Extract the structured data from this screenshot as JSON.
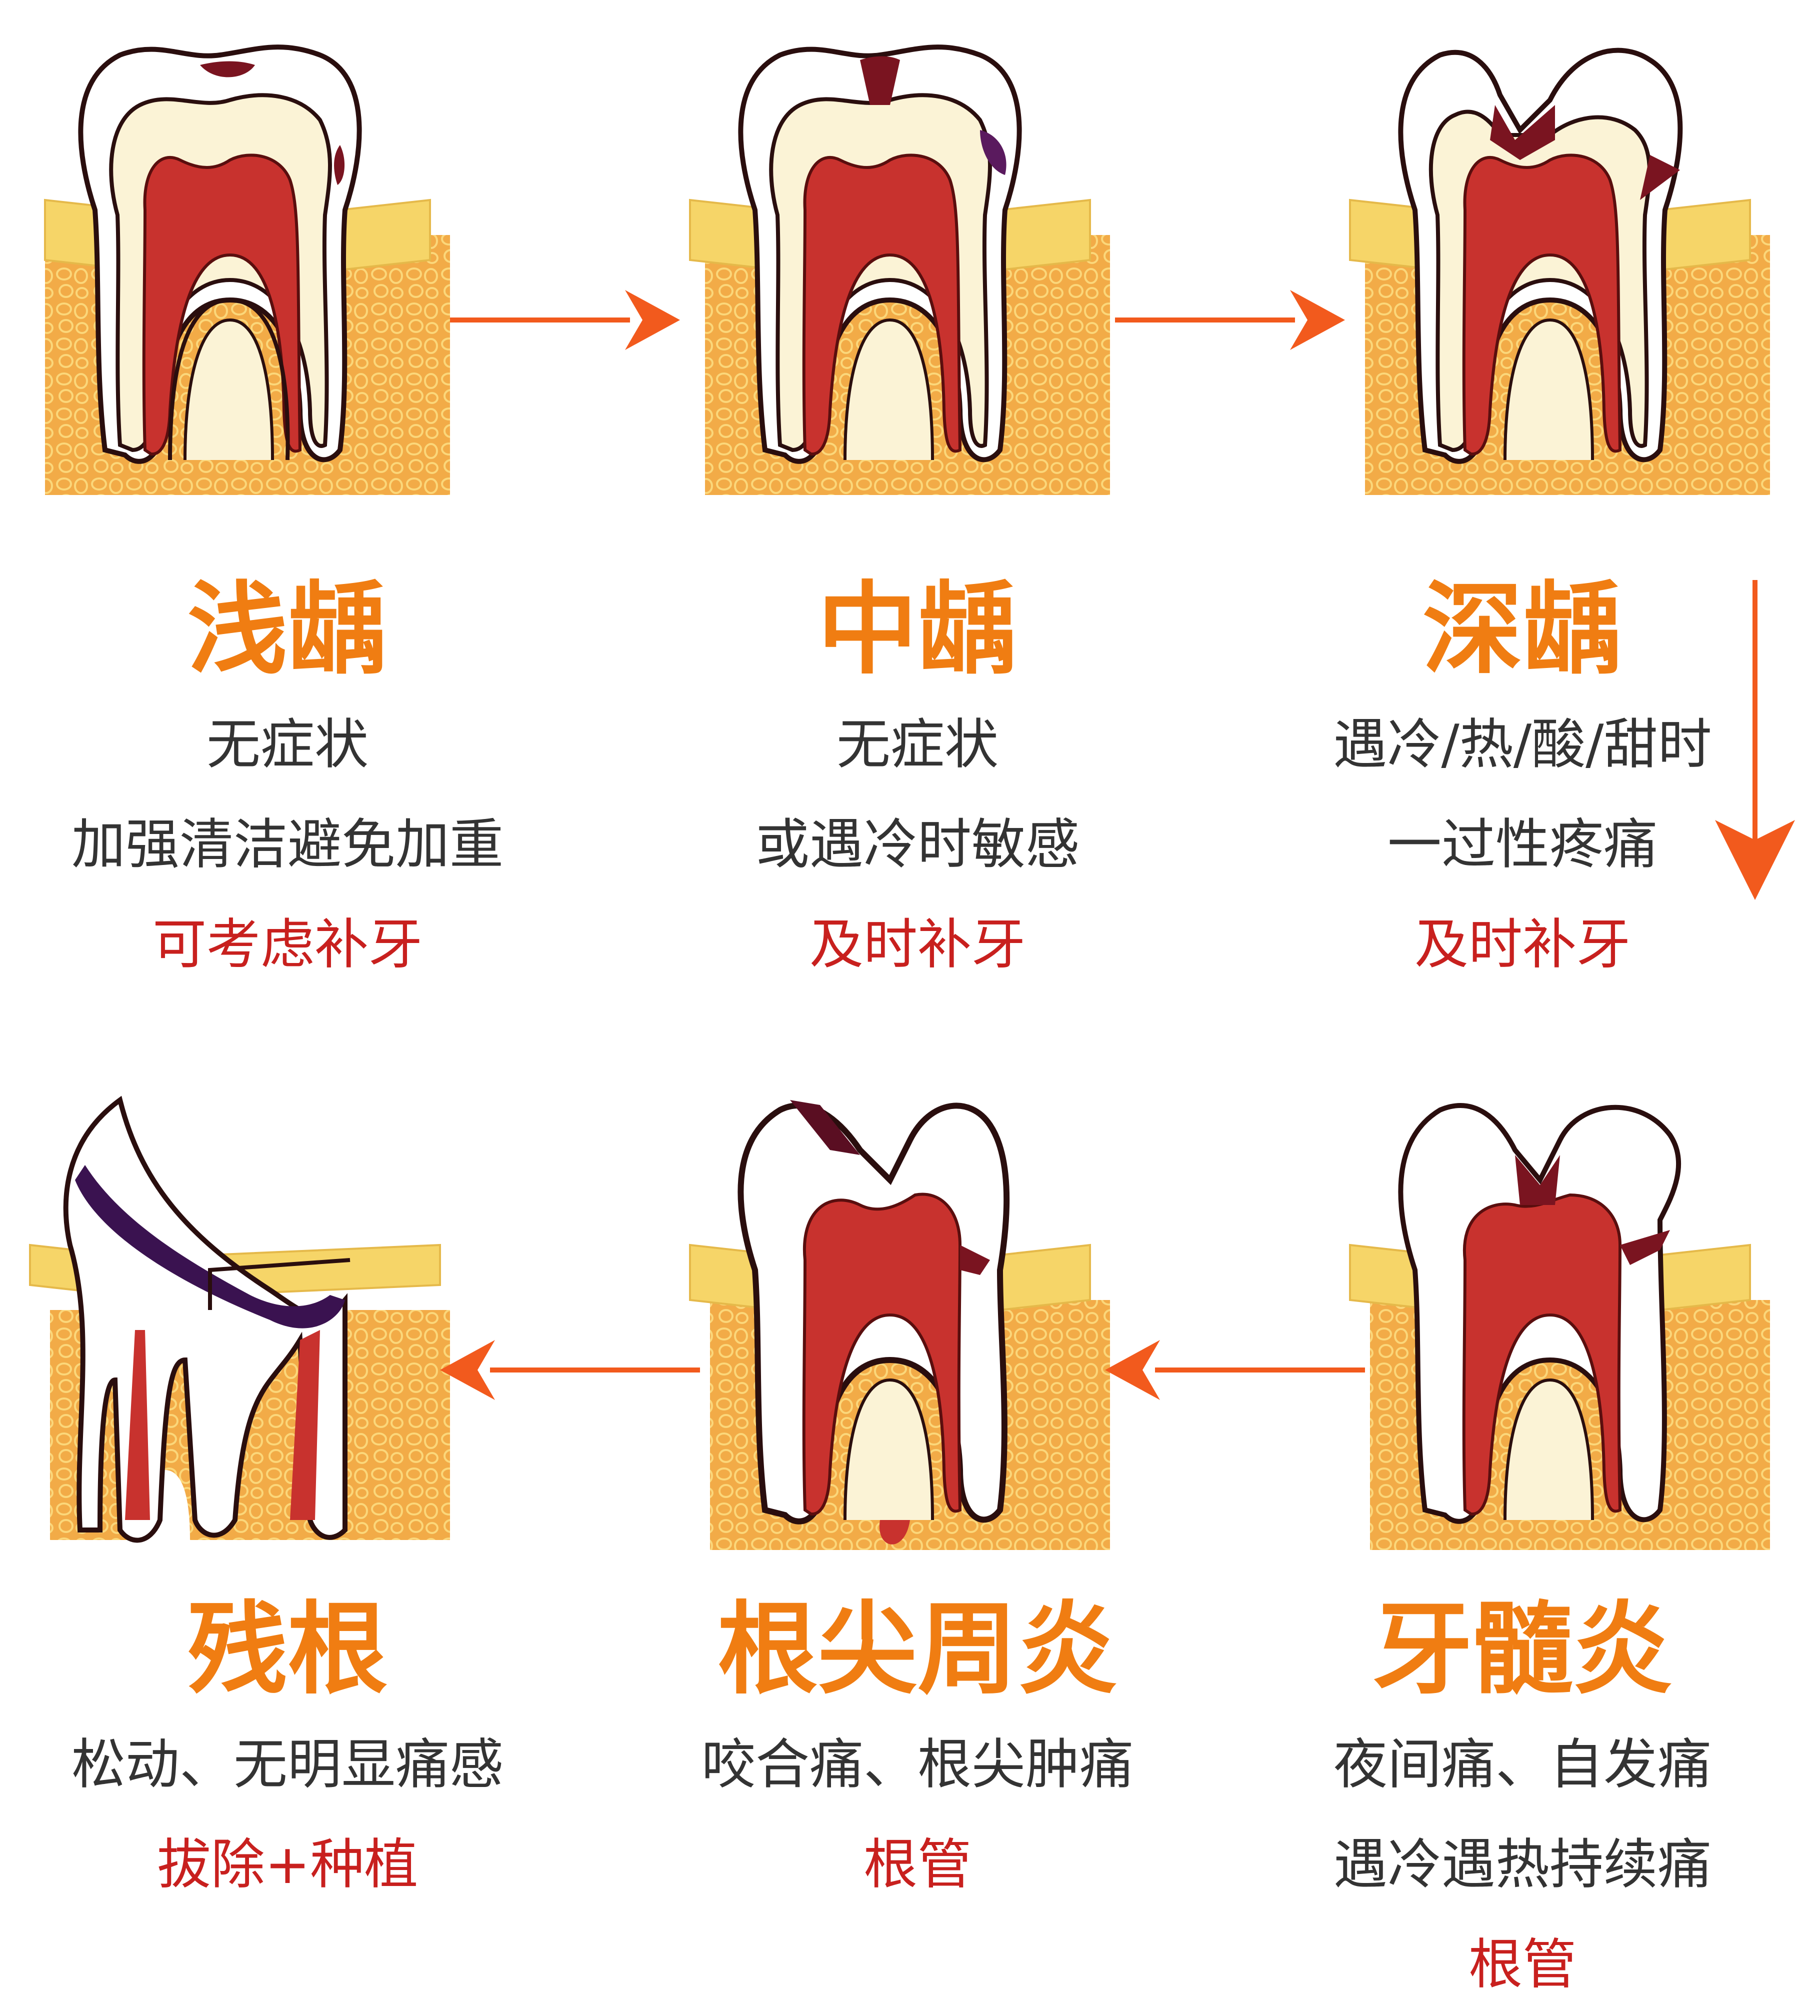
{
  "colors": {
    "title": "#f07d12",
    "text": "#333333",
    "treatment": "#c8201e",
    "arrow": "#f25a1d",
    "pulp": "#c8322e",
    "dentin": "#fbf3d6",
    "enamel": "#ffffff",
    "bone": "#f0ad4a",
    "gum": "#f6d568",
    "decay": "#7a1420"
  },
  "stages": [
    {
      "id": "shallow",
      "title": "浅龋",
      "lines": [
        "无症状",
        "加强清洁避免加重"
      ],
      "treatment": "可考虑补牙"
    },
    {
      "id": "moderate",
      "title": "中龋",
      "lines": [
        "无症状",
        "或遇冷时敏感"
      ],
      "treatment": "及时补牙"
    },
    {
      "id": "deep",
      "title": "深龋",
      "lines": [
        "遇冷/热/酸/甜时",
        "一过性疼痛"
      ],
      "treatment": "及时补牙"
    },
    {
      "id": "pulpitis",
      "title": "牙髓炎",
      "lines": [
        "夜间痛、自发痛",
        "遇冷遇热持续痛"
      ],
      "treatment": "根管"
    },
    {
      "id": "periapical",
      "title": "根尖周炎",
      "lines": [
        "咬合痛、根尖肿痛"
      ],
      "treatment": "根管"
    },
    {
      "id": "residual",
      "title": "残根",
      "lines": [
        "松动、无明显痛感"
      ],
      "treatment": "拔除+种植"
    }
  ]
}
